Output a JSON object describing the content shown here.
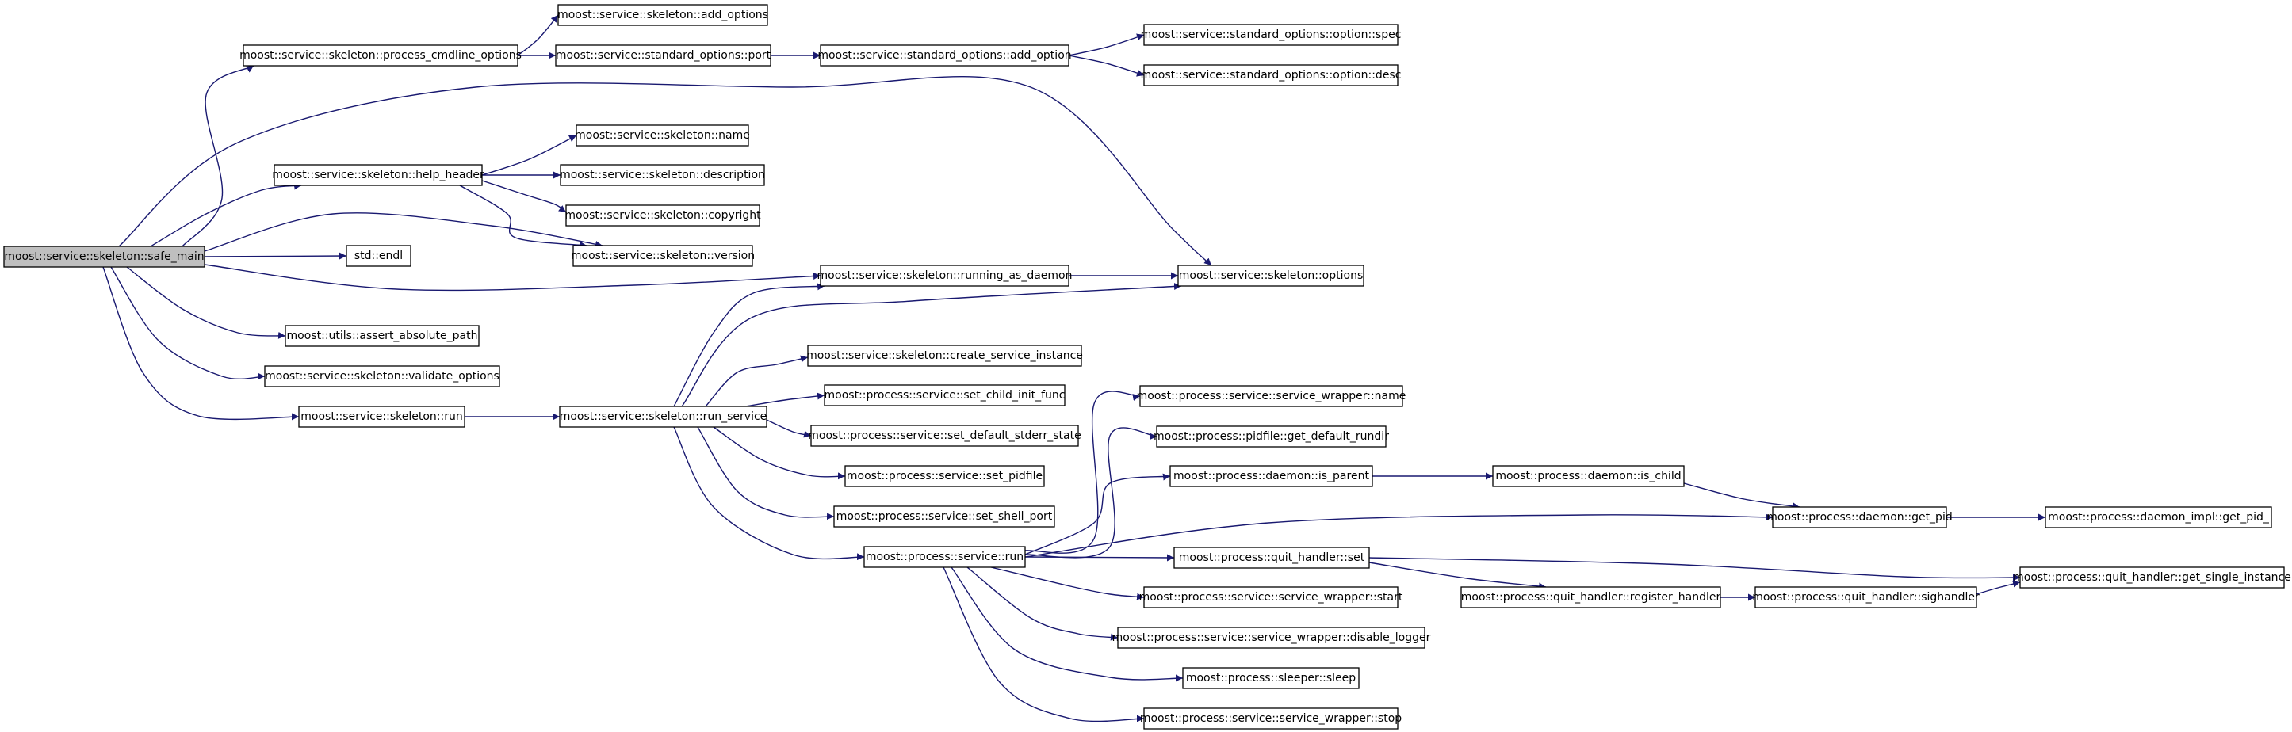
{
  "colors": {
    "edge": "#191970",
    "node_fill": "#ffffff",
    "root_fill": "#bfbfbf",
    "node_border": "#000000",
    "background": "#ffffff"
  },
  "nodes": [
    {
      "id": "safe_main",
      "label": "moost::service::skeleton::safe_main"
    },
    {
      "id": "process_cmdline_options",
      "label": "moost::service::skeleton::process_cmdline_options"
    },
    {
      "id": "add_options",
      "label": "moost::service::skeleton::add_options"
    },
    {
      "id": "port",
      "label": "moost::service::standard_options::port"
    },
    {
      "id": "add_option",
      "label": "moost::service::standard_options::add_option"
    },
    {
      "id": "option_spec",
      "label": "moost::service::standard_options::option::spec"
    },
    {
      "id": "option_desc",
      "label": "moost::service::standard_options::option::desc"
    },
    {
      "id": "help_header",
      "label": "moost::service::skeleton::help_header"
    },
    {
      "id": "sk_name",
      "label": "moost::service::skeleton::name"
    },
    {
      "id": "sk_description",
      "label": "moost::service::skeleton::description"
    },
    {
      "id": "sk_copyright",
      "label": "moost::service::skeleton::copyright"
    },
    {
      "id": "sk_version",
      "label": "moost::service::skeleton::version"
    },
    {
      "id": "std_endl",
      "label": "std::endl"
    },
    {
      "id": "running_as_daemon",
      "label": "moost::service::skeleton::running_as_daemon"
    },
    {
      "id": "sk_options",
      "label": "moost::service::skeleton::options"
    },
    {
      "id": "assert_absolute_path",
      "label": "moost::utils::assert_absolute_path"
    },
    {
      "id": "validate_options",
      "label": "moost::service::skeleton::validate_options"
    },
    {
      "id": "sk_run",
      "label": "moost::service::skeleton::run"
    },
    {
      "id": "run_service",
      "label": "moost::service::skeleton::run_service"
    },
    {
      "id": "create_service_instance",
      "label": "moost::service::skeleton::create_service_instance"
    },
    {
      "id": "set_child_init_func",
      "label": "moost::process::service::set_child_init_func"
    },
    {
      "id": "set_default_stderr_state",
      "label": "moost::process::service::set_default_stderr_state"
    },
    {
      "id": "set_pidfile",
      "label": "moost::process::service::set_pidfile"
    },
    {
      "id": "set_shell_port",
      "label": "moost::process::service::set_shell_port"
    },
    {
      "id": "ps_run",
      "label": "moost::process::service::run"
    },
    {
      "id": "sw_name",
      "label": "moost::process::service::service_wrapper::name"
    },
    {
      "id": "get_default_rundir",
      "label": "moost::process::pidfile::get_default_rundir"
    },
    {
      "id": "is_parent",
      "label": "moost::process::daemon::is_parent"
    },
    {
      "id": "is_child",
      "label": "moost::process::daemon::is_child"
    },
    {
      "id": "get_pid",
      "label": "moost::process::daemon::get_pid"
    },
    {
      "id": "get_pid_",
      "label": "moost::process::daemon_impl::get_pid_"
    },
    {
      "id": "qh_set",
      "label": "moost::process::quit_handler::set"
    },
    {
      "id": "get_single_instance",
      "label": "moost::process::quit_handler::get_single_instance"
    },
    {
      "id": "register_handler",
      "label": "moost::process::quit_handler::register_handler"
    },
    {
      "id": "sighandler",
      "label": "moost::process::quit_handler::sighandler"
    },
    {
      "id": "sw_start",
      "label": "moost::process::service::service_wrapper::start"
    },
    {
      "id": "disable_logger",
      "label": "moost::process::service::service_wrapper::disable_logger"
    },
    {
      "id": "sleeper_sleep",
      "label": "moost::process::sleeper::sleep"
    },
    {
      "id": "sw_stop",
      "label": "moost::process::service::service_wrapper::stop"
    }
  ],
  "edges": [
    [
      "safe_main",
      "process_cmdline_options"
    ],
    [
      "safe_main",
      "sk_options"
    ],
    [
      "safe_main",
      "help_header"
    ],
    [
      "safe_main",
      "sk_version"
    ],
    [
      "safe_main",
      "std_endl"
    ],
    [
      "safe_main",
      "running_as_daemon"
    ],
    [
      "safe_main",
      "assert_absolute_path"
    ],
    [
      "safe_main",
      "validate_options"
    ],
    [
      "safe_main",
      "sk_run"
    ],
    [
      "process_cmdline_options",
      "add_options"
    ],
    [
      "process_cmdline_options",
      "port"
    ],
    [
      "port",
      "add_option"
    ],
    [
      "add_option",
      "option_spec"
    ],
    [
      "add_option",
      "option_desc"
    ],
    [
      "help_header",
      "sk_name"
    ],
    [
      "help_header",
      "sk_description"
    ],
    [
      "help_header",
      "sk_copyright"
    ],
    [
      "help_header",
      "sk_version"
    ],
    [
      "running_as_daemon",
      "sk_options"
    ],
    [
      "sk_run",
      "run_service"
    ],
    [
      "run_service",
      "running_as_daemon"
    ],
    [
      "run_service",
      "sk_options"
    ],
    [
      "run_service",
      "create_service_instance"
    ],
    [
      "run_service",
      "set_child_init_func"
    ],
    [
      "run_service",
      "set_default_stderr_state"
    ],
    [
      "run_service",
      "set_pidfile"
    ],
    [
      "run_service",
      "set_shell_port"
    ],
    [
      "run_service",
      "ps_run"
    ],
    [
      "ps_run",
      "sw_name"
    ],
    [
      "ps_run",
      "get_default_rundir"
    ],
    [
      "ps_run",
      "is_parent"
    ],
    [
      "ps_run",
      "get_pid"
    ],
    [
      "ps_run",
      "qh_set"
    ],
    [
      "ps_run",
      "sw_start"
    ],
    [
      "ps_run",
      "disable_logger"
    ],
    [
      "ps_run",
      "sleeper_sleep"
    ],
    [
      "ps_run",
      "sw_stop"
    ],
    [
      "is_parent",
      "is_child"
    ],
    [
      "is_child",
      "get_pid"
    ],
    [
      "get_pid",
      "get_pid_"
    ],
    [
      "qh_set",
      "get_single_instance"
    ],
    [
      "qh_set",
      "register_handler"
    ],
    [
      "register_handler",
      "sighandler"
    ],
    [
      "sighandler",
      "get_single_instance"
    ]
  ]
}
